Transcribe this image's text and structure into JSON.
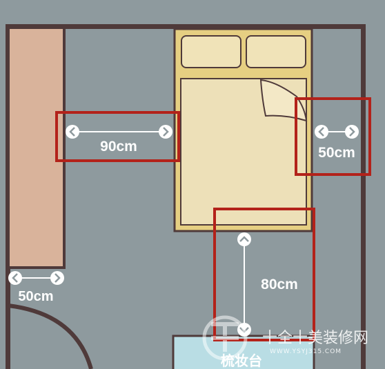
{
  "dimensions": {
    "left_clearance": "90cm",
    "right_clearance": "50cm",
    "foot_clearance": "80cm",
    "wardrobe_clearance": "50cm"
  },
  "dresser_label": "梳妆台",
  "watermark": {
    "brand": "十全十美装修网",
    "url": "WWW.YSYJ315.COM"
  },
  "colors": {
    "background": "#8e9a9e",
    "wall": "#4f3a3a",
    "wardrobe": "#d9b39b",
    "bed_frame": "#e6cf82",
    "bed_sheet": "#ede0b8",
    "highlight_box": "#b3221a",
    "dresser": "#b9dde4"
  }
}
